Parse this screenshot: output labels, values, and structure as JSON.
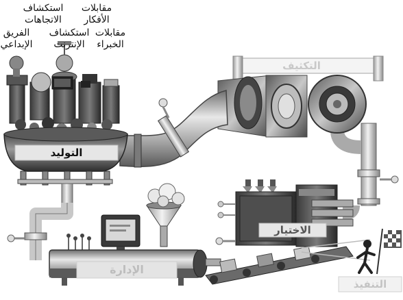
{
  "top_labels": {
    "creative_team": [
      "الفريق",
      "الإبداعي"
    ],
    "trend_exploration": [
      "استكشاف",
      "الاتجاهات"
    ],
    "internet_exploration": [
      "استكشاف",
      "الإنترنت"
    ],
    "idea_interviews": [
      "مقابلات",
      "الأفكار"
    ],
    "expert_interviews": [
      "مقابلات",
      "الخبراء"
    ]
  },
  "stages": {
    "generation": "التوليد",
    "exploration": "التكثيف",
    "selection": "الاختيار",
    "management": "الإدارة",
    "execution": "التنفيذ"
  },
  "colors": {
    "metal_dark": "#3a3a3a",
    "metal_mid": "#8a8a8a",
    "metal_light": "#d6d6d6",
    "plate": "#e6e6e6",
    "text": "#111111"
  }
}
